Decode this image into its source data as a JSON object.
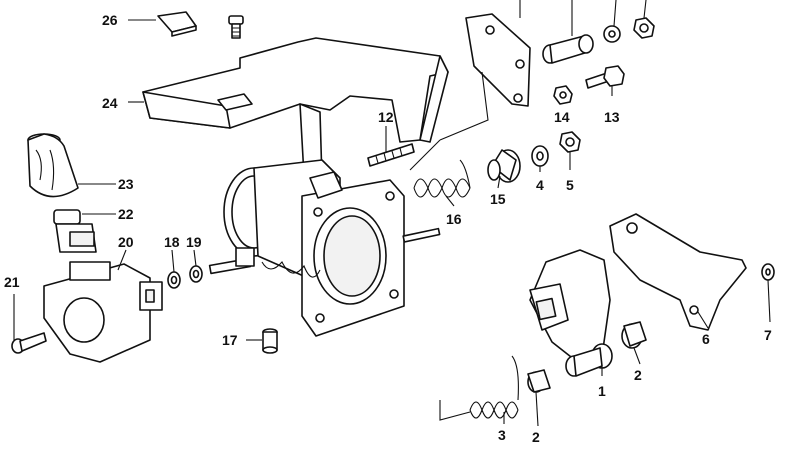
{
  "callouts": [
    {
      "label": "26"
    },
    {
      "label": "24"
    },
    {
      "label": "23"
    },
    {
      "label": "22"
    },
    {
      "label": "21"
    },
    {
      "label": "20"
    },
    {
      "label": "18"
    },
    {
      "label": "19"
    },
    {
      "label": "17"
    },
    {
      "label": "12"
    },
    {
      "label": "16"
    },
    {
      "label": "15"
    },
    {
      "label": "4"
    },
    {
      "label": "5"
    },
    {
      "label": "14"
    },
    {
      "label": "13"
    },
    {
      "label": "3"
    },
    {
      "label": "2"
    },
    {
      "label": "1"
    },
    {
      "label": "2"
    },
    {
      "label": "6"
    },
    {
      "label": "7"
    }
  ]
}
